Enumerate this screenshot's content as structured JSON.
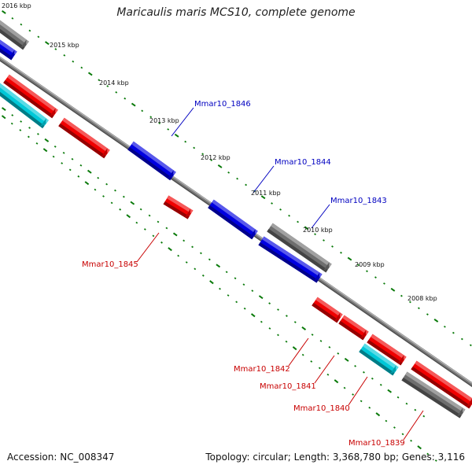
{
  "title": "Maricaulis maris MCS10, complete genome",
  "footer": {
    "accession": "Accession: NC_008347",
    "summary": "Topology: circular; Length: 3,368,780 bp; Genes: 3,116"
  },
  "colors": {
    "forward_gene": "#0000e0",
    "reverse_gene": "#f00000",
    "other_gene": "#6e6e6e",
    "rna_gene": "#00c8d8",
    "backbone": "#7a7a7a",
    "tick_marks": "#0a7a0a",
    "forward_label": "#0000c0",
    "reverse_label": "#c80000"
  },
  "kbp_ticks": [
    "2016 kbp",
    "2015 kbp",
    "2014 kbp",
    "2013 kbp",
    "2012 kbp",
    "2011 kbp",
    "2010 kbp",
    "2009 kbp",
    "2008 kbp"
  ],
  "gene_labels": [
    {
      "id": "Mmar10_1846",
      "strand": "forward"
    },
    {
      "id": "Mmar10_1845",
      "strand": "reverse"
    },
    {
      "id": "Mmar10_1844",
      "strand": "forward"
    },
    {
      "id": "Mmar10_1843",
      "strand": "forward"
    },
    {
      "id": "Mmar10_1842",
      "strand": "reverse"
    },
    {
      "id": "Mmar10_1841",
      "strand": "reverse"
    },
    {
      "id": "Mmar10_1840",
      "strand": "reverse"
    },
    {
      "id": "Mmar10_1839",
      "strand": "reverse"
    }
  ]
}
